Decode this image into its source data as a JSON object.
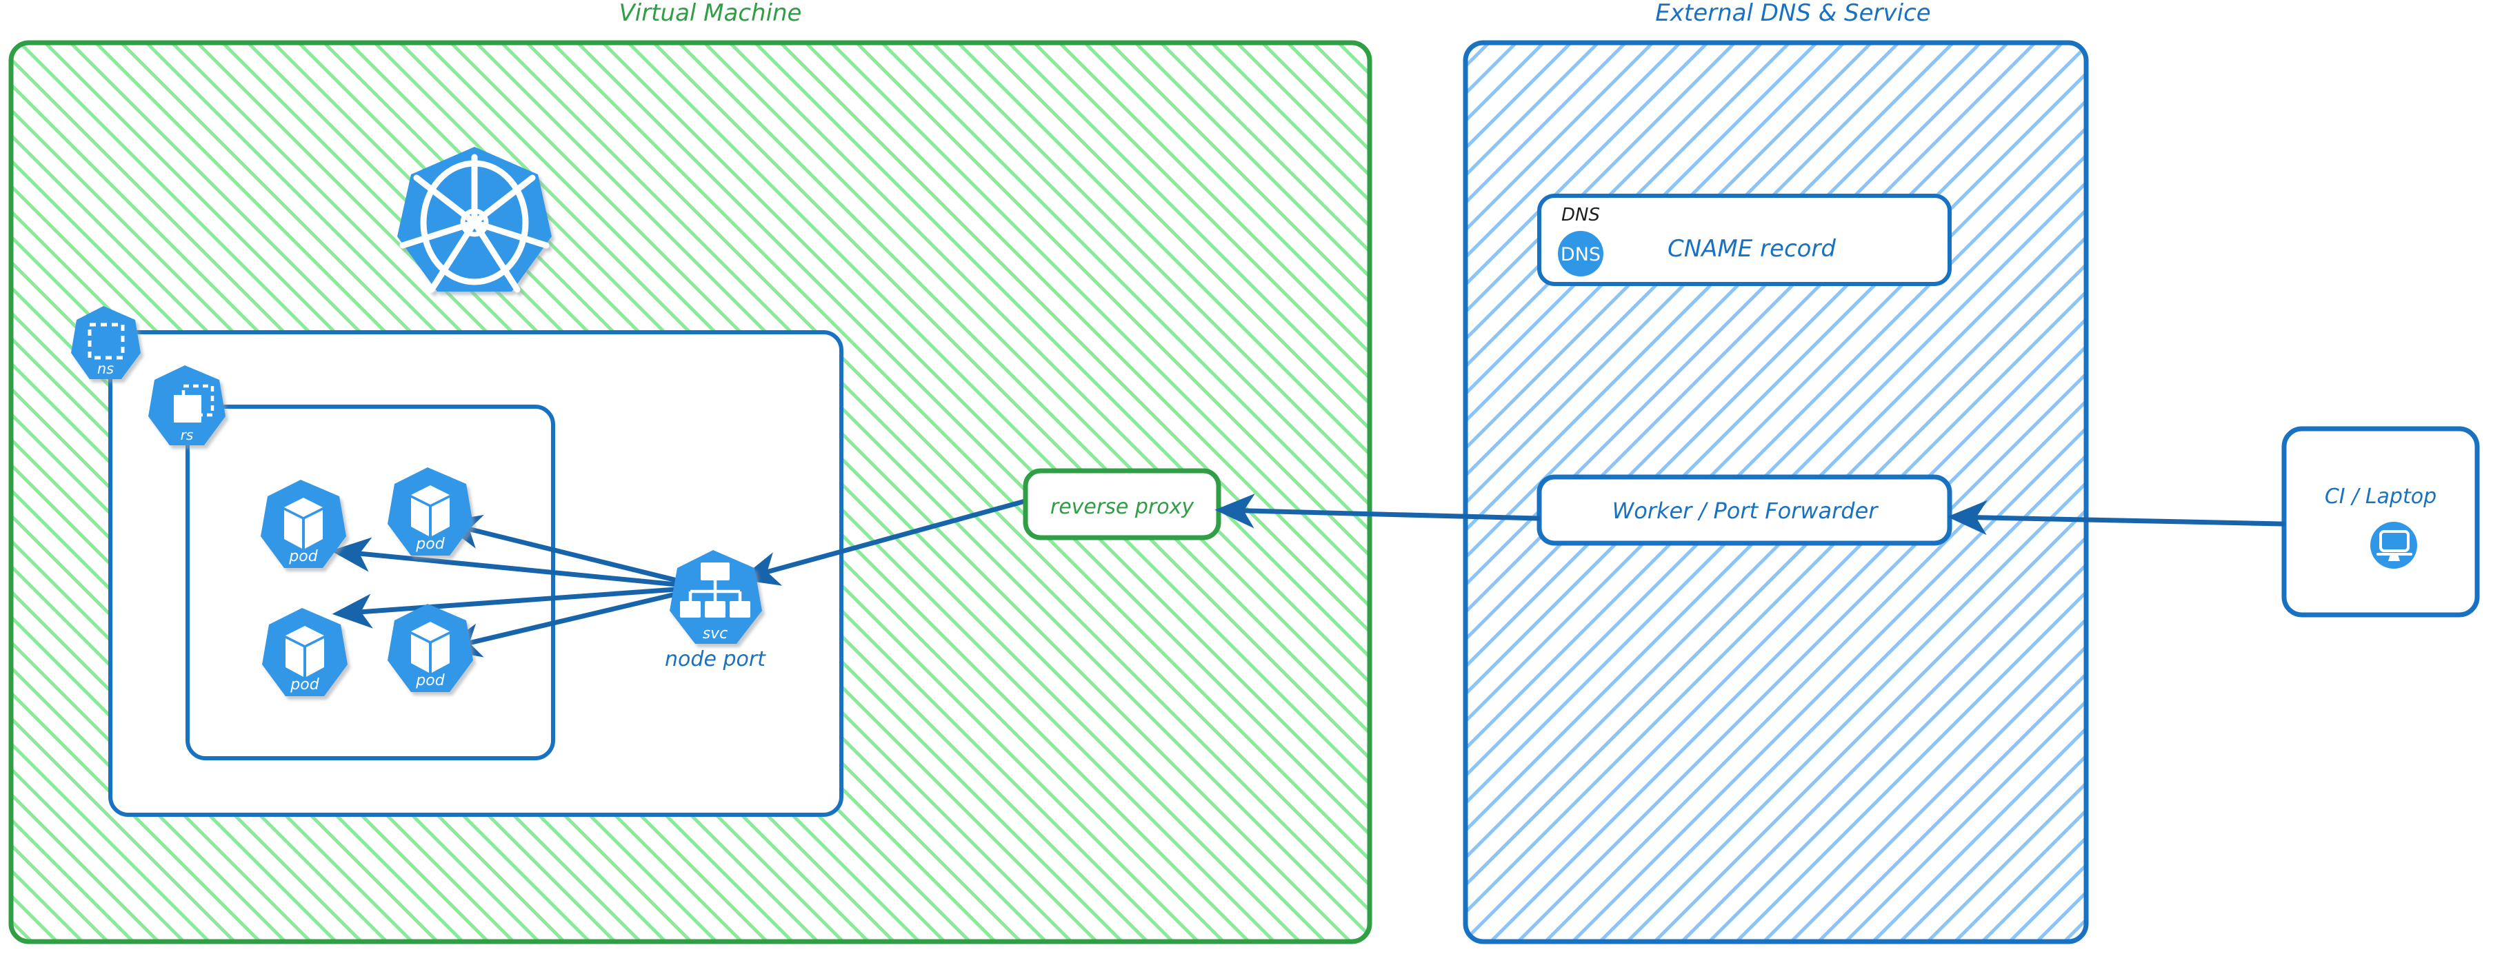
{
  "diagram": {
    "type": "architecture-diagram",
    "style": "hand-drawn excalidraw",
    "colors": {
      "green_stroke": "#2f9e44",
      "green_hatch": "#8ce99a",
      "blue_stroke": "#1971c2",
      "blue_hatch": "#8cc5f5",
      "k8s_blue": "#3097e6",
      "arrow_blue": "#1864ab",
      "black_text": "#1e1e1e",
      "white": "#ffffff"
    }
  },
  "panels": {
    "vm": {
      "title": "Virtual Machine",
      "title_color": "#2f9e44",
      "fill": "hatch-green"
    },
    "external": {
      "title": "External DNS & Service",
      "title_color": "#1971c2",
      "fill": "hatch-blue"
    }
  },
  "vm": {
    "k8s_logo_name": "kubernetes-logo",
    "namespace": {
      "label": "ns",
      "icon": "namespace-icon"
    },
    "replicaset": {
      "label": "rs",
      "icon": "replicaset-icon"
    },
    "pods": [
      {
        "label": "pod",
        "icon": "pod-icon"
      },
      {
        "label": "pod",
        "icon": "pod-icon"
      },
      {
        "label": "pod",
        "icon": "pod-icon"
      },
      {
        "label": "pod",
        "icon": "pod-icon"
      }
    ],
    "service": {
      "label": "svc",
      "icon": "service-icon",
      "caption": "node port"
    },
    "reverse_proxy": {
      "label": "reverse proxy"
    }
  },
  "external": {
    "dns_card": {
      "header": "DNS",
      "badge": "DNS",
      "label": "CNAME record"
    },
    "worker": {
      "label": "Worker / Port Forwarder"
    }
  },
  "client": {
    "label": "CI / Laptop",
    "icon": "monitor-icon"
  },
  "edges": [
    {
      "from": "svc",
      "to": "pod-1",
      "direction": "to"
    },
    {
      "from": "svc",
      "to": "pod-2",
      "direction": "to"
    },
    {
      "from": "svc",
      "to": "pod-3",
      "direction": "to"
    },
    {
      "from": "svc",
      "to": "pod-4",
      "direction": "to"
    },
    {
      "from": "reverse-proxy",
      "to": "svc",
      "direction": "to"
    },
    {
      "from": "worker-port-forwarder",
      "to": "reverse-proxy",
      "direction": "to"
    },
    {
      "from": "ci-laptop",
      "to": "worker-port-forwarder",
      "direction": "to"
    }
  ]
}
